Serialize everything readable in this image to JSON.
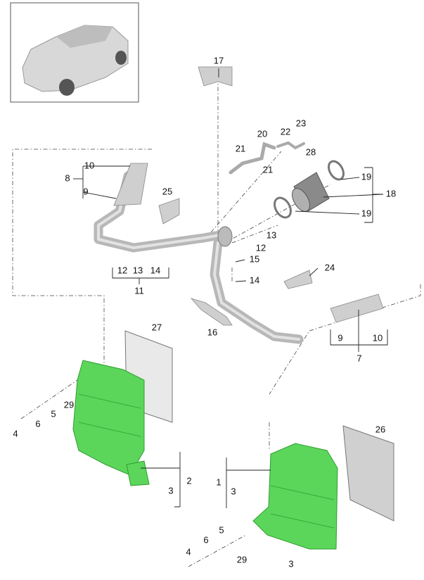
{
  "diagram": {
    "title": "Charge air cooler and charge air pipes",
    "callouts": {
      "top": [
        "17",
        "20",
        "22",
        "23",
        "21",
        "28",
        "21"
      ],
      "left_pipe": [
        "10",
        "8",
        "9",
        "25"
      ],
      "hose_group": [
        "19",
        "18",
        "19",
        "13",
        "12"
      ],
      "pipe_group": [
        "12",
        "13",
        "14",
        "11"
      ],
      "center": [
        "15",
        "14",
        "24",
        "16",
        "27"
      ],
      "right_pipe": [
        "9",
        "10",
        "7"
      ],
      "left_cooler": [
        "29",
        "5",
        "6",
        "4",
        "2",
        "3"
      ],
      "right_cooler": [
        "26",
        "1",
        "3",
        "5",
        "6",
        "4",
        "29",
        "3"
      ]
    },
    "colors": {
      "highlight": "#5bd65b",
      "part": "#cfcfcf"
    }
  }
}
